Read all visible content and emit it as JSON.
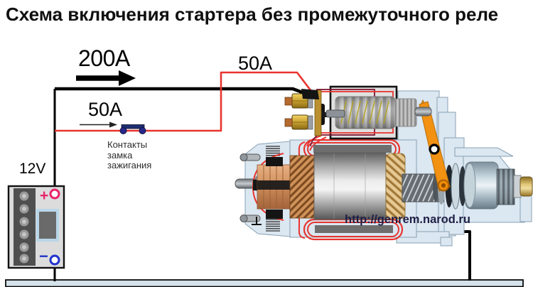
{
  "title": "Схема включения стартера без промежуточного реле",
  "labels": {
    "main_current": "200A",
    "fuse_current_top": "50A",
    "fuse_current_switch": "50A",
    "ignition_switch_caption": "Контакты\nзамка\nзажигания",
    "battery_voltage": "12V",
    "battery_positive": "+",
    "battery_negative": "−",
    "watermark": "http://genrem.narod.ru"
  },
  "colors": {
    "hot_wire_red": "#e8342e",
    "ground_wire_black": "#000000",
    "positive_terminal_pink": "#e8246a",
    "negative_terminal_blue": "#2233cc",
    "switch_navy": "#1d2f6f",
    "lever_orange": "#f29112",
    "housing_blue": "#dbe7f1",
    "copper": "#c08050",
    "solenoid_outline": "#141414",
    "field_loop_maroon": "#7c1430"
  }
}
